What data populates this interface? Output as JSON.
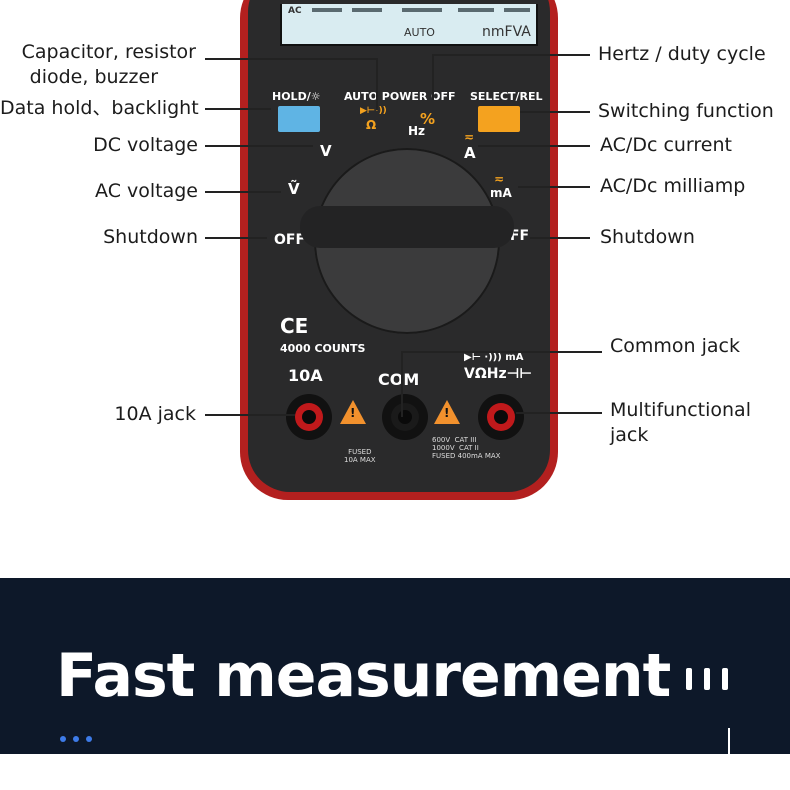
{
  "labels": {
    "capacitor_line1": "Capacitor, resistor",
    "capacitor_line2": "diode, buzzer",
    "data_hold": "Data hold、backlight",
    "dc_voltage": "DC voltage",
    "ac_voltage": "AC voltage",
    "shutdown_left": "Shutdown",
    "jack_10a": "10A jack",
    "hertz": "Hertz / duty cycle",
    "switching": "Switching function",
    "ac_dc_current": "AC/Dc current",
    "ac_dc_milliamp": "AC/Dc milliamp",
    "shutdown_right": "Shutdown",
    "common_jack": "Common jack",
    "multi_line1": "Multifunctional",
    "multi_line2": "jack"
  },
  "meter": {
    "lcd_ac": "AC",
    "lcd_auto": "AUTO",
    "lcd_units": "nmFVA",
    "hold_label": "HOLD/☼",
    "auto_power_off": "AUTO  POWER  OFF",
    "select_rel": "SELECT/REL",
    "percent": "%",
    "hz": "Hz",
    "ohm": "Ω",
    "v_dc": "V",
    "v_ac": "Ṽ",
    "a": "A",
    "ma": "mA",
    "off_left": "OFF",
    "off_right": "OFF",
    "ce": "CE",
    "counts": "4000 COUNTS",
    "jack_10a": "10A",
    "com": "COM",
    "vohmhz": "VΩHz⊣⊢",
    "diode_ma": "▶⊢ ·))) mA",
    "fused_10a": "FUSED\n10A MAX",
    "cat_rating": "600V  CAT III\n1000V  CAT II\nFUSED 400mA MAX"
  },
  "banner": {
    "headline": "Fast measurement"
  },
  "colors": {
    "body_red": "#b3201f",
    "hold_button": "#5fb4e4",
    "select_button": "#f4a21f",
    "banner_bg": "#0d1829",
    "dots": "#3d7be8"
  }
}
